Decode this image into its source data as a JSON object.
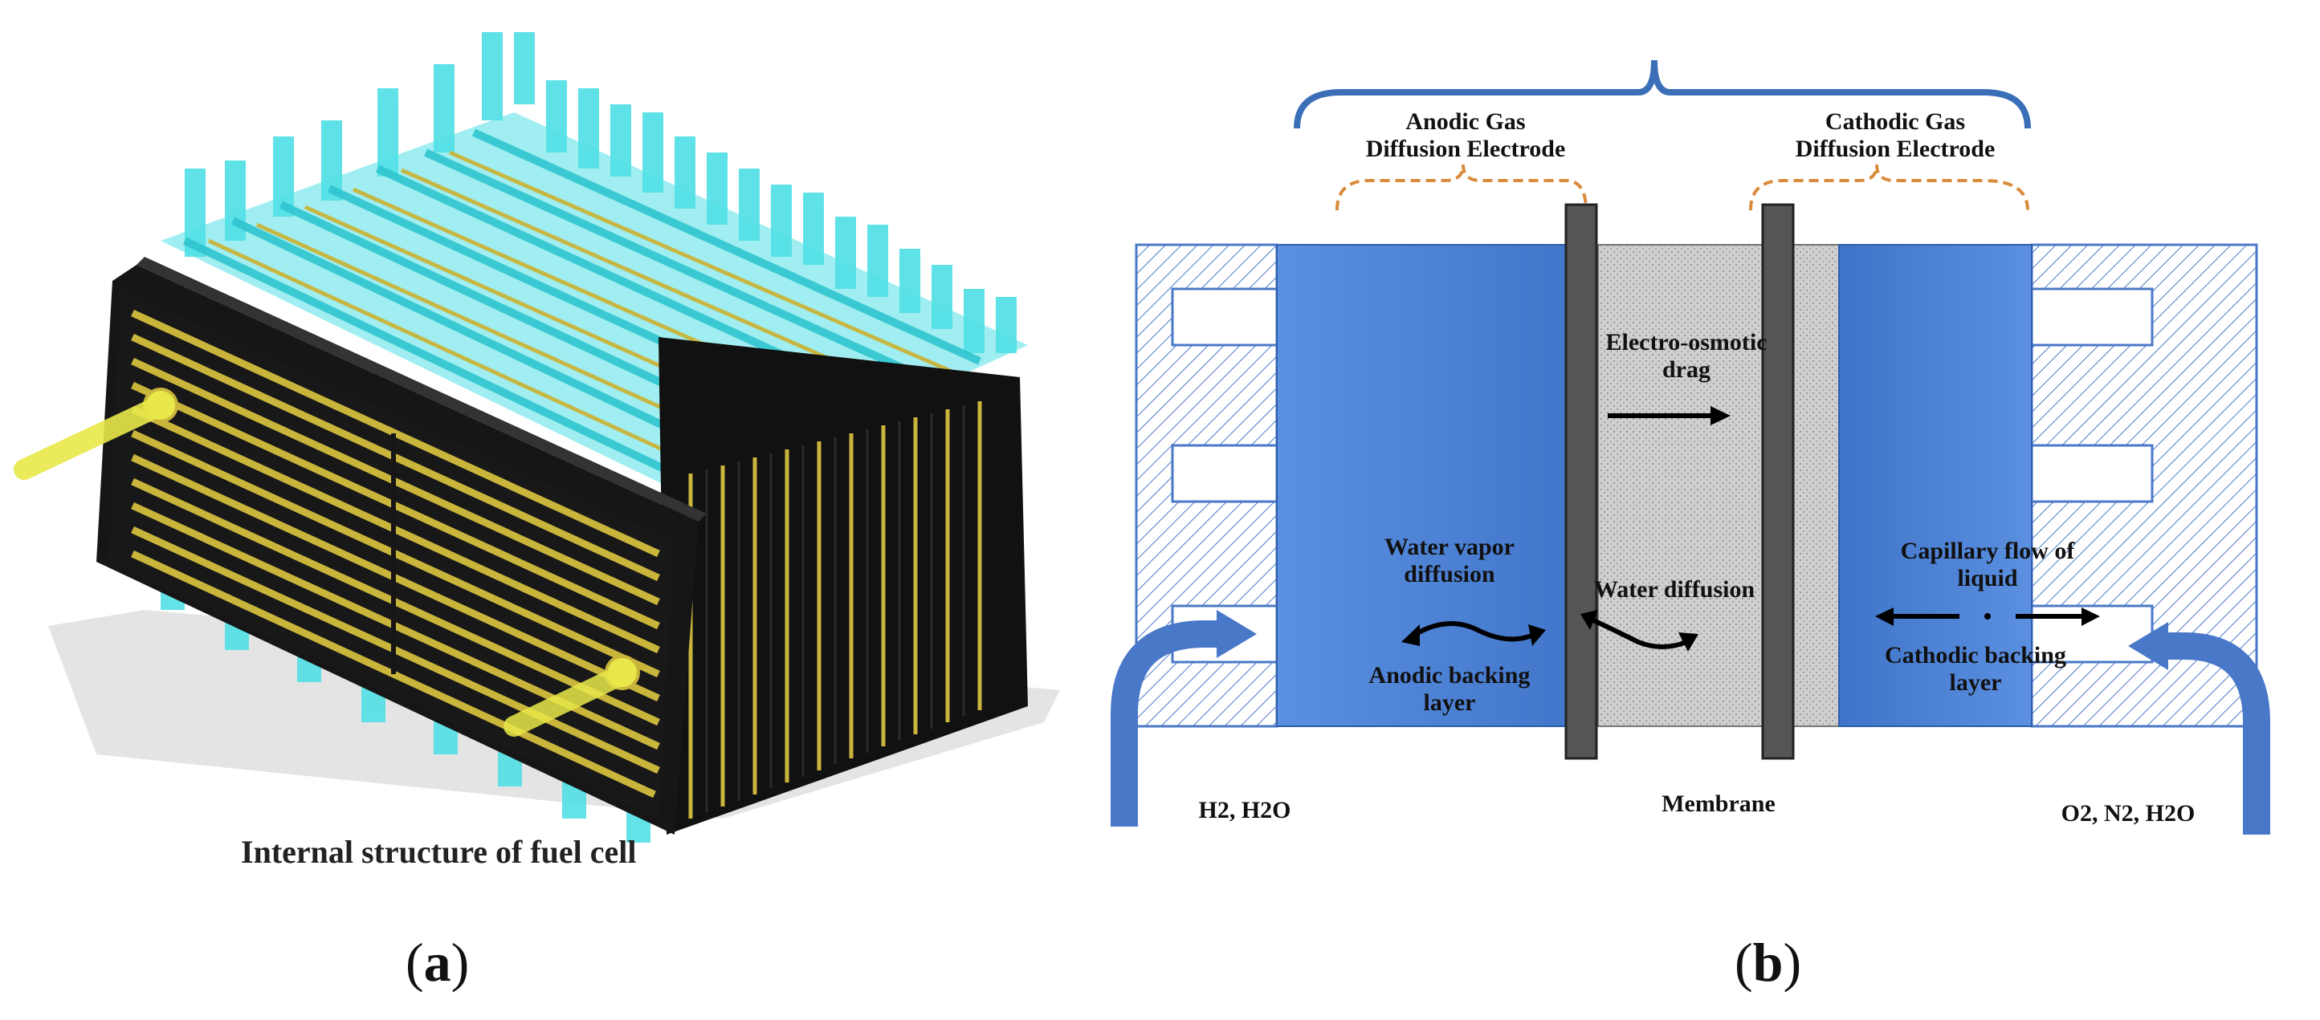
{
  "panel_a": {
    "caption": "Internal structure of fuel cell",
    "letter": "a",
    "colors": {
      "plate": "#1b1b1b",
      "channel": "#c9b53c",
      "manifold": "#52e0e6",
      "pipe": "#e8e84a"
    }
  },
  "panel_b": {
    "letter": "b",
    "labels": {
      "anode_gde": "Anodic Gas Diffusion Electrode",
      "anode_gde_line1": "Anodic Gas",
      "anode_gde_line2": "Diffusion Electrode",
      "cathode_gde_line1": "Cathodic Gas",
      "cathode_gde_line2": "Diffusion Electrode",
      "eod_line1": "Electro-osmotic",
      "eod_line2": "drag",
      "wv_line1": "Water vapor",
      "wv_line2": "diffusion",
      "wd": "Water diffusion",
      "cap_line1": "Capillary flow of",
      "cap_line2": "liquid",
      "anode_back_line1": "Anodic backing",
      "anode_back_line2": "layer",
      "cathode_back_line1": "Cathodic backing",
      "cathode_back_line2": "layer",
      "membrane": "Membrane",
      "inlet_left": "H2, H2O",
      "inlet_right": "O2, N2, H2O"
    },
    "colors": {
      "blue": "#4a78c8",
      "membrane": "#c8c8c8",
      "plate": "#555555",
      "bracket_top": "#3a6fb8",
      "bracket_orange": "#d98a3a"
    }
  }
}
